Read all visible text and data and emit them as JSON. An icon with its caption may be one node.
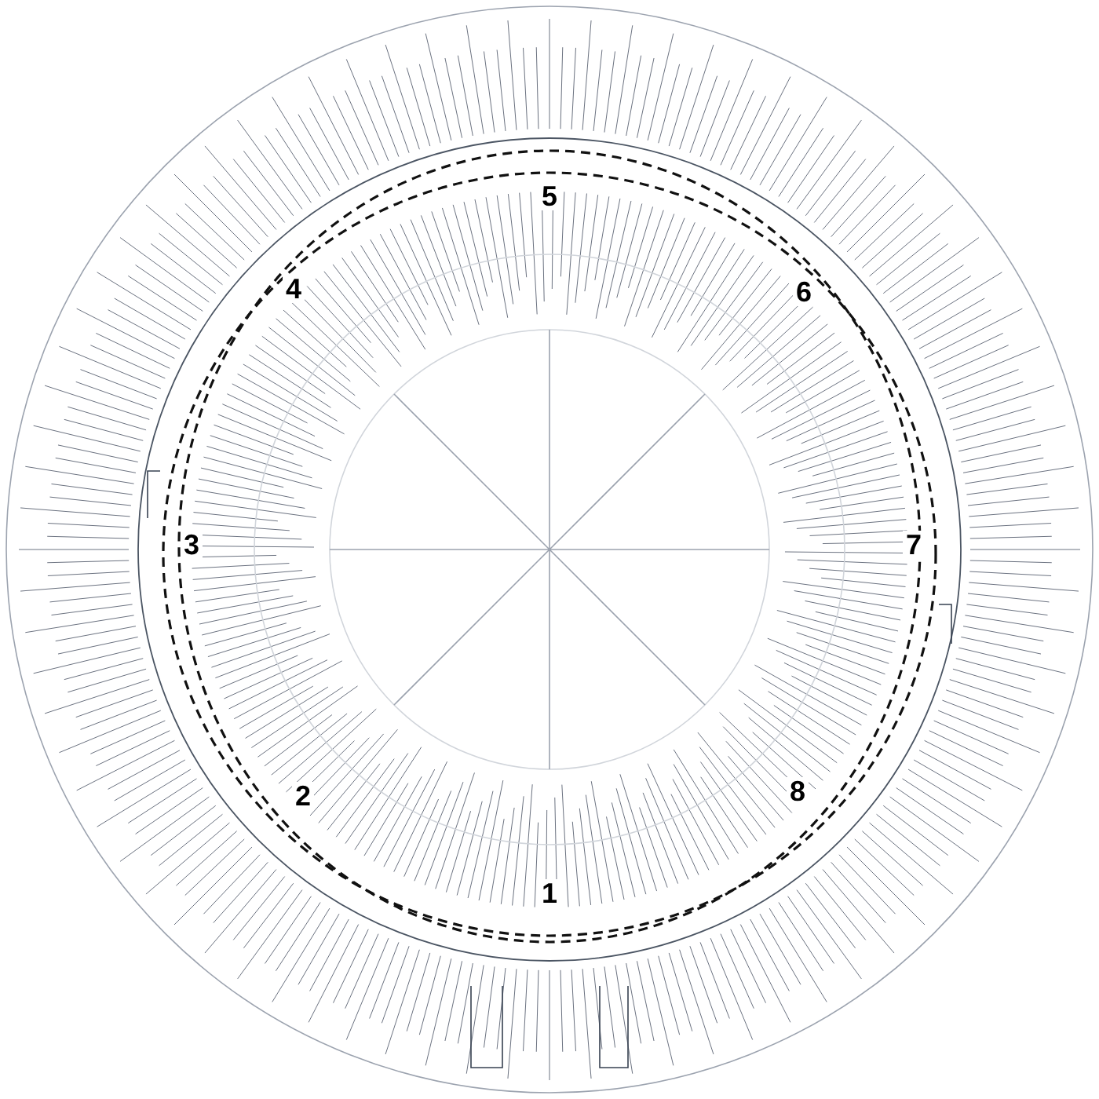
{
  "diagram": {
    "labels": [
      "1",
      "2",
      "3",
      "4",
      "5",
      "6",
      "7",
      "8"
    ]
  }
}
